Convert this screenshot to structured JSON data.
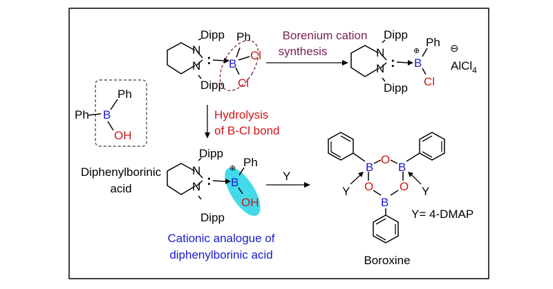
{
  "colors": {
    "black": "#000000",
    "boron": "#1a1ad0",
    "chlorine": "#d01515",
    "oxygen": "#d01515",
    "caption_purple": "#7a1f4f",
    "caption_red": "#d01515",
    "caption_blue": "#1a1ad0",
    "highlight_cyan": "#2fd6e8"
  },
  "labels": {
    "dipp": "Dipp",
    "n": "N",
    "ph": "Ph",
    "b": "B",
    "cl": "Cl",
    "oh": "OH",
    "o": "O",
    "y": "Y",
    "plus": "⊕",
    "minus": "⊖",
    "colon": ":",
    "alcl_base": "AlCl",
    "alcl_sub": "4"
  },
  "captions": {
    "borenium_line1": "Borenium cation",
    "borenium_line2": "synthesis",
    "hydrolysis_line1": "Hydrolysis",
    "hydrolysis_line2": "of B-Cl bond",
    "diphenylborinic_line1": "Diphenylborinic",
    "diphenylborinic_line2": "acid",
    "cationic_line1": "Cationic analogue of",
    "cationic_line2": "diphenylborinic acid",
    "boroxine": "Boroxine",
    "y_definition": "Y= 4-DMAP"
  }
}
